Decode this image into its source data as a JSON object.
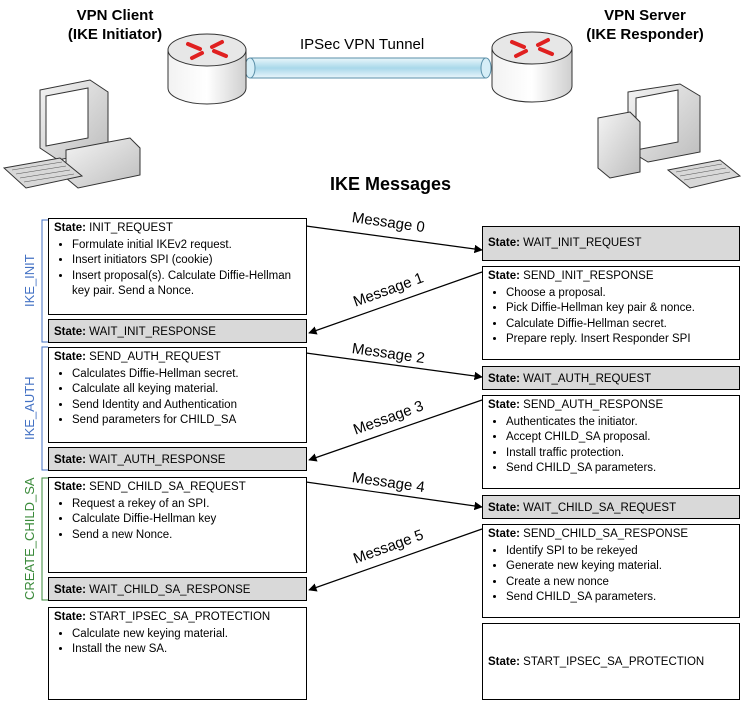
{
  "client": {
    "line1": "VPN Client",
    "line2": "(IKE Initiator)"
  },
  "server": {
    "line1": "VPN Server",
    "line2": "(IKE Responder)"
  },
  "tunnel_label": "IPSec VPN Tunnel",
  "messages_title": "IKE Messages",
  "state_prefix": "State:",
  "phases": {
    "ike_init": "IKE_INIT",
    "ike_auth": "IKE_AUTH",
    "create_child_sa": "CREATE_CHILD_SA"
  },
  "colors": {
    "ike_init": "#4472c4",
    "ike_auth": "#4472c4",
    "create_child_sa": "#3a8a3a",
    "grey_box": "#d9d9d9"
  },
  "initiator": {
    "init_request": {
      "state": "INIT_REQUEST",
      "bullets": [
        "Formulate initial IKEv2 request.",
        "Insert initiators SPI (cookie)",
        "Insert proposal(s). Calculate Diffie-Hellman key pair. Send a Nonce."
      ]
    },
    "wait_init_response": {
      "state": "WAIT_INIT_RESPONSE"
    },
    "send_auth_request": {
      "state": "SEND_AUTH_REQUEST",
      "bullets": [
        "Calculates Diffie-Hellman secret.",
        "Calculate all keying material.",
        "Send Identity and Authentication",
        "Send parameters for CHILD_SA"
      ]
    },
    "wait_auth_response": {
      "state": "WAIT_AUTH_RESPONSE"
    },
    "send_child_sa_request": {
      "state": "SEND_CHILD_SA_REQUEST",
      "bullets": [
        "Request a rekey of an SPI.",
        "Calculate Diffie-Hellman key",
        "Send a new Nonce."
      ]
    },
    "wait_child_sa_response": {
      "state": "WAIT_CHILD_SA_RESPONSE"
    },
    "start_ipsec": {
      "state": "START_IPSEC_SA_PROTECTION",
      "bullets": [
        "Calculate new keying material.",
        "Install the new SA."
      ]
    }
  },
  "responder": {
    "wait_init_request": {
      "state": "WAIT_INIT_REQUEST"
    },
    "send_init_response": {
      "state": "SEND_INIT_RESPONSE",
      "bullets": [
        "Choose a proposal.",
        "Pick Diffie-Hellman key pair & nonce.",
        "Calculate Diffie-Hellman secret.",
        "Prepare reply. Insert Responder SPI"
      ]
    },
    "wait_auth_request": {
      "state": "WAIT_AUTH_REQUEST"
    },
    "send_auth_response": {
      "state": "SEND_AUTH_RESPONSE",
      "bullets": [
        "Authenticates the initiator.",
        "Accept CHILD_SA proposal.",
        "Install traffic protection.",
        "Send CHILD_SA parameters."
      ]
    },
    "wait_child_sa_request": {
      "state": "WAIT_CHILD_SA_REQUEST"
    },
    "send_child_sa_response": {
      "state": "SEND_CHILD_SA_RESPONSE",
      "bullets": [
        "Identify SPI to be rekeyed",
        "Generate new keying material.",
        "Create a new nonce",
        "Send CHILD_SA parameters."
      ]
    },
    "start_ipsec": {
      "state": "START_IPSEC_SA_PROTECTION"
    }
  },
  "message_labels": [
    "Message 0",
    "Message 1",
    "Message 2",
    "Message 3",
    "Message 4",
    "Message 5"
  ]
}
